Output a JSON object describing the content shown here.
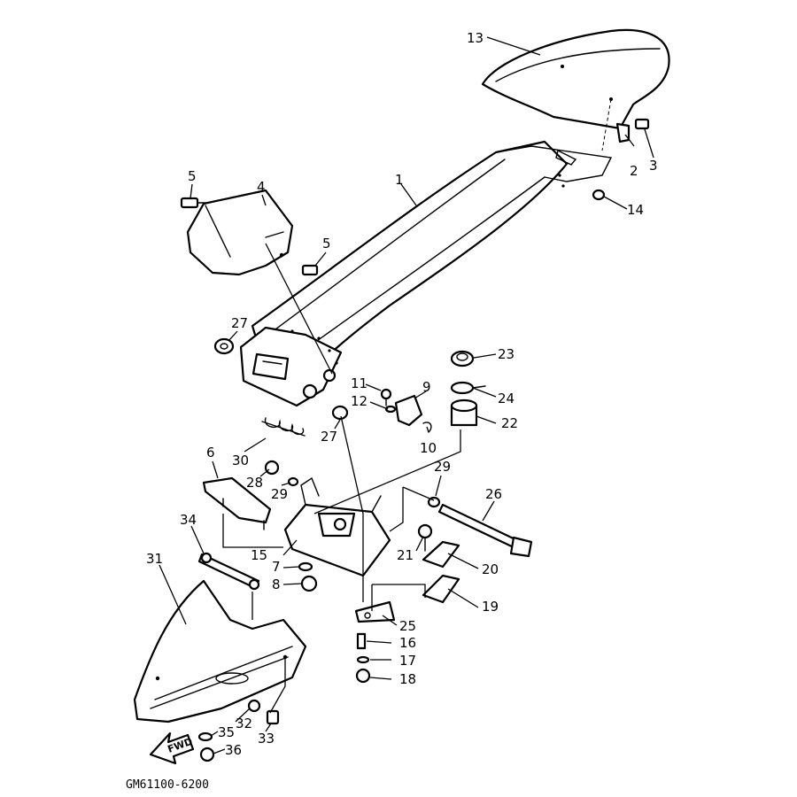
{
  "diagram": {
    "type": "exploded-parts-diagram",
    "drawing_code": "GM61100-6200",
    "direction_label": "FWD",
    "callouts": [
      "1",
      "2",
      "3",
      "4",
      "5",
      "5",
      "6",
      "7",
      "8",
      "9",
      "10",
      "11",
      "12",
      "13",
      "14",
      "15",
      "16",
      "17",
      "18",
      "19",
      "20",
      "21",
      "22",
      "23",
      "24",
      "25",
      "26",
      "27",
      "27",
      "28",
      "29",
      "29",
      "30",
      "31",
      "32",
      "33",
      "34",
      "35",
      "36"
    ]
  }
}
